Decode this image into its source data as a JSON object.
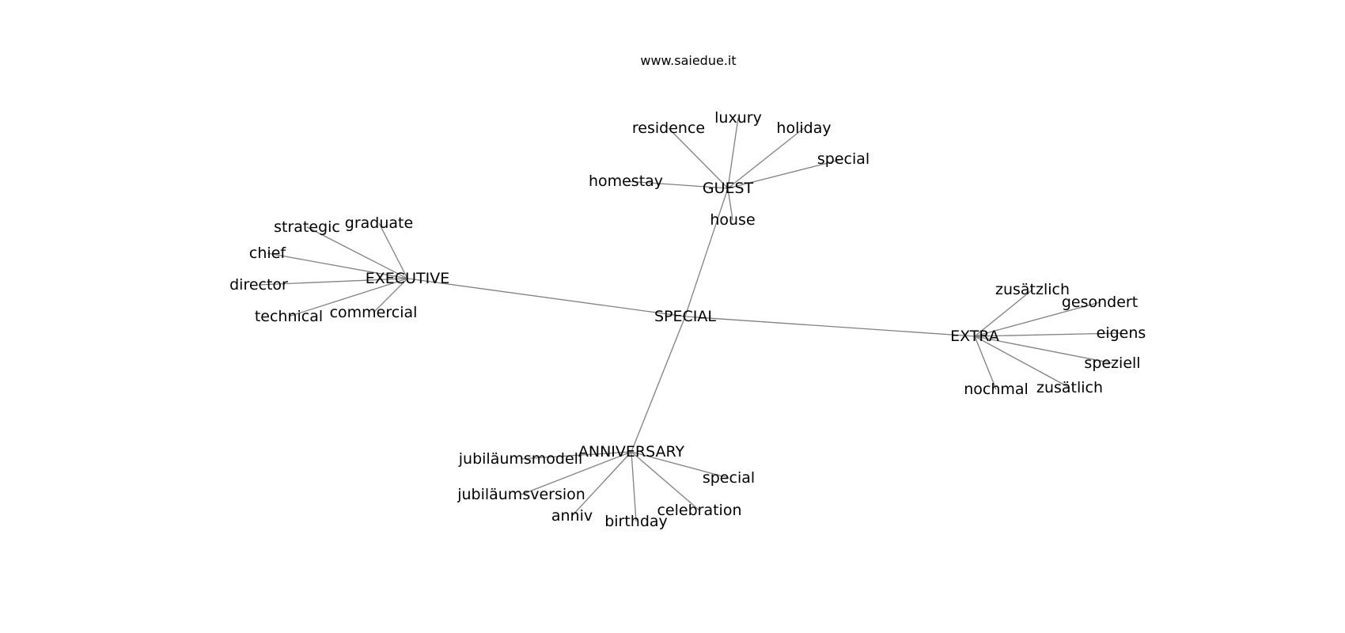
{
  "title": "www.saiedue.it",
  "graph": {
    "root": "SPECIAL",
    "nodes": [
      {
        "id": "special_root",
        "label": "SPECIAL"
      },
      {
        "id": "guest",
        "label": "GUEST"
      },
      {
        "id": "executive",
        "label": "EXECUTIVE"
      },
      {
        "id": "extra",
        "label": "EXTRA"
      },
      {
        "id": "anniversary",
        "label": "ANNIVERSARY"
      },
      {
        "id": "residence",
        "label": "residence"
      },
      {
        "id": "luxury",
        "label": "luxury"
      },
      {
        "id": "holiday",
        "label": "holiday"
      },
      {
        "id": "special_guest",
        "label": "special"
      },
      {
        "id": "homestay",
        "label": "homestay"
      },
      {
        "id": "house",
        "label": "house"
      },
      {
        "id": "strategic",
        "label": "strategic"
      },
      {
        "id": "graduate",
        "label": "graduate"
      },
      {
        "id": "chief",
        "label": "chief"
      },
      {
        "id": "director",
        "label": "director"
      },
      {
        "id": "technical",
        "label": "technical"
      },
      {
        "id": "commercial",
        "label": "commercial"
      },
      {
        "id": "zusaetzlich",
        "label": "zusätzlich"
      },
      {
        "id": "gesondert",
        "label": "gesondert"
      },
      {
        "id": "eigens",
        "label": "eigens"
      },
      {
        "id": "speziell",
        "label": "speziell"
      },
      {
        "id": "zusaetlich",
        "label": "zusätlich"
      },
      {
        "id": "nochmal",
        "label": "nochmal"
      },
      {
        "id": "jubilaeumsmodell",
        "label": "jubiläumsmodell"
      },
      {
        "id": "jubilaeumsversion",
        "label": "jubiläumsversion"
      },
      {
        "id": "anniv",
        "label": "anniv"
      },
      {
        "id": "birthday",
        "label": "birthday"
      },
      {
        "id": "celebration",
        "label": "celebration"
      },
      {
        "id": "special_anniv",
        "label": "special"
      }
    ],
    "edges": [
      [
        "special_root",
        "guest"
      ],
      [
        "special_root",
        "executive"
      ],
      [
        "special_root",
        "extra"
      ],
      [
        "special_root",
        "anniversary"
      ],
      [
        "guest",
        "residence"
      ],
      [
        "guest",
        "luxury"
      ],
      [
        "guest",
        "holiday"
      ],
      [
        "guest",
        "special_guest"
      ],
      [
        "guest",
        "homestay"
      ],
      [
        "guest",
        "house"
      ],
      [
        "executive",
        "strategic"
      ],
      [
        "executive",
        "graduate"
      ],
      [
        "executive",
        "chief"
      ],
      [
        "executive",
        "director"
      ],
      [
        "executive",
        "technical"
      ],
      [
        "executive",
        "commercial"
      ],
      [
        "extra",
        "zusaetzlich"
      ],
      [
        "extra",
        "gesondert"
      ],
      [
        "extra",
        "eigens"
      ],
      [
        "extra",
        "speziell"
      ],
      [
        "extra",
        "zusaetlich"
      ],
      [
        "extra",
        "nochmal"
      ],
      [
        "anniversary",
        "jubilaeumsmodell"
      ],
      [
        "anniversary",
        "jubilaeumsversion"
      ],
      [
        "anniversary",
        "anniv"
      ],
      [
        "anniversary",
        "birthday"
      ],
      [
        "anniversary",
        "celebration"
      ],
      [
        "anniversary",
        "special_anniv"
      ]
    ]
  },
  "colors": {
    "edge": "#808080",
    "text": "#000000",
    "background": "#ffffff"
  }
}
